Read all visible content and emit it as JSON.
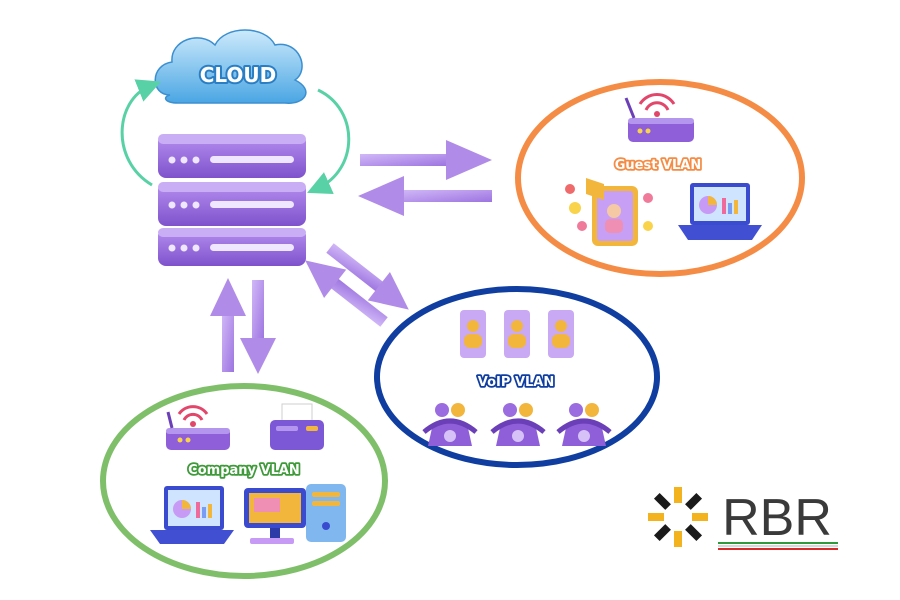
{
  "cloud": {
    "label": "CLOUD"
  },
  "vlans": {
    "guest": {
      "label": "Guest VLAN",
      "color": "#f58c45"
    },
    "voip": {
      "label": "VoIP VLAN",
      "color": "#0f3ea0"
    },
    "company": {
      "label": "Company VLAN",
      "color": "#7fbf6a"
    }
  },
  "logo": {
    "text": "RBR"
  },
  "colors": {
    "server": "#9b6be0",
    "arrow": "#b18be8",
    "cloud": "#5fb6ea",
    "cycle": "#59d1a6"
  }
}
